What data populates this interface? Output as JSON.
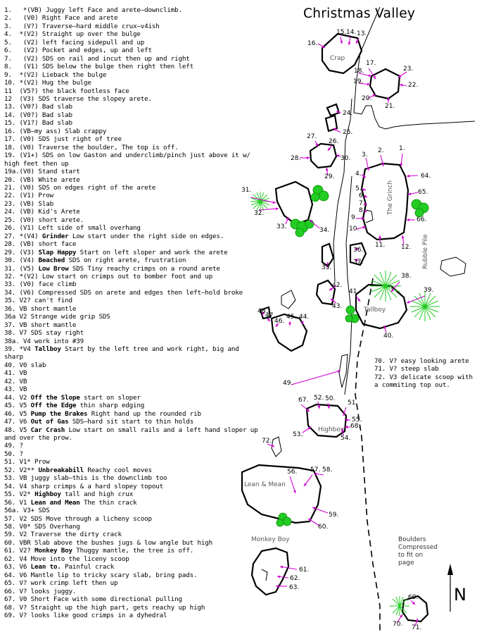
{
  "title": "Christmas Valley",
  "routes": [
    {
      "t": "1.   *(VB) Juggy left Face and arete—downclimb."
    },
    {
      "t": "2.   (V0) Right Face and arete"
    },
    {
      "t": "3.   (V?) Traverse—hard middle crux—v4ish"
    },
    {
      "t": "4.  *(V2) Straight up over the bulge"
    },
    {
      "t": "5.   (V2) left facing sidepull and up"
    },
    {
      "t": "6.   (V2) Pocket and edges, up and left"
    },
    {
      "t": "7.   (V2) SDS on rail and incut then up and right"
    },
    {
      "t": "8.   (V1) SDS below the bulge then right then left"
    },
    {
      "t": "9.  *(V2) Lieback the bulge"
    },
    {
      "t": "10. *(V2) Hug the bulge"
    },
    {
      "t": "11  (V5?) the black footless face"
    },
    {
      "t": "12  (V3) SDS traverse the slopey arete."
    },
    {
      "t": "13. (V0?) Bad slab"
    },
    {
      "t": "14. (V0?) Bad slab"
    },
    {
      "t": "15. (V1?) Bad slab"
    },
    {
      "t": "16. (VB—my ass) Slab crappy"
    },
    {
      "t": "17. (V0) SDS just right of tree"
    },
    {
      "t": "18. (V0) Traverse the boulder, The top is off."
    },
    {
      "t": "19. (V1+) SDS on low Gaston and underclimb/pinch just above it w/ high feet then up"
    },
    {
      "t": "19a.(V0) Stand start"
    },
    {
      "t": "20. (VB) White arete"
    },
    {
      "t": "21. (V0) SDS on edges right of the arete"
    },
    {
      "t": "22. (V1) Prow"
    },
    {
      "t": "23. (VB) Slab"
    },
    {
      "t": "24. (VB) Kid's Arete"
    },
    {
      "t": "25. (V0) short arete."
    },
    {
      "t": "26. (V1) Left side of small overhang"
    },
    {
      "t": "27. *(V4) ",
      "b": "Grinder",
      "t2": " Low start under the right side on edges."
    },
    {
      "t": "28. (VB) short face"
    },
    {
      "t": "29. (V3) ",
      "b": "Slap Happy",
      "t2": " Start on left sloper and work the arete"
    },
    {
      "t": "30. (V4) ",
      "b": "Beached",
      "t2": " SDS on right arete, frustration"
    },
    {
      "t": "31. (V5) ",
      "b": "Low Brow",
      "t2": " SDS Tiny reachy crimps on a round arete"
    },
    {
      "t": "32. *(V2) Low start on crimps out to bomber foot and up"
    },
    {
      "t": "33. (V0) face climb"
    },
    {
      "t": "34. (V6) Compressed SDS on arete and edges then left—hold broke"
    },
    {
      "t": "35. V2? can't find"
    },
    {
      "t": "36. VB short mantle"
    },
    {
      "t": "36a V2 Strange wide grip SDS"
    },
    {
      "t": "37. VB short mantle"
    },
    {
      "t": "38. V7 SDS stay right"
    },
    {
      "t": "38a. V4 work into #39"
    },
    {
      "t": "39. *V4 ",
      "b": "Tallboy",
      "t2": " Start by the left tree and work right, big and sharp"
    },
    {
      "t": "40. V0 slab"
    },
    {
      "t": "41. VB"
    },
    {
      "t": "42. VB"
    },
    {
      "t": "43. VB"
    },
    {
      "t": "44. V2 ",
      "b": "Off the Slope",
      "t2": " start on sloper"
    },
    {
      "t": "45. V5 ",
      "b": "Off the Edge",
      "t2": " thin sharp edging"
    },
    {
      "t": "46. V5 ",
      "b": "Pump the Brakes",
      "t2": " Right hand up the rounded rib"
    },
    {
      "t": "47. V6 ",
      "b": "Out of Gas",
      "t2": " SDS—hard sit start to thin holds"
    },
    {
      "t": "48. V5 ",
      "b": "Car Crash",
      "t2": " Low start on small rails and a left hand sloper up and over the prow."
    },
    {
      "t": "49. ?"
    },
    {
      "t": "50. ?"
    },
    {
      "t": "51. V1* Prow"
    },
    {
      "t": "52. V2** ",
      "b": "Unbreakabill",
      "t2": " Reachy cool moves"
    },
    {
      "t": "53. VB juggy slab—this is the downclimb too"
    },
    {
      "t": "54. V4 sharp crimps & a hard slopey topout"
    },
    {
      "t": "55. V2* ",
      "b": "Highboy",
      "t2": " tall and high crux"
    },
    {
      "t": "56. V1 ",
      "b": "Lean and Mean",
      "t2": " The thin crack"
    },
    {
      "t": "56a. V3+ SDS"
    },
    {
      "t": "57. V2 SDS Move through a licheny scoop"
    },
    {
      "t": "58. V0* SDS Overhang"
    },
    {
      "t": "59. V2 Traverse the dirty crack"
    },
    {
      "t": "60. VBR Slab above the bushes jugs & low angle but high"
    },
    {
      "t": "61. V2? ",
      "b": "Monkey Boy",
      "t2": " Thuggy mantle, the tree is off."
    },
    {
      "t": "62. V4 Move into the liceny scoop"
    },
    {
      "t": "63. V6 ",
      "b": "Lean to.",
      "t2": " Painful crack"
    },
    {
      "t": "64. V6 Mantle lip to tricky scary slab, bring pads."
    },
    {
      "t": "65. V? work crimp left then up"
    },
    {
      "t": "66. V? looks juggy."
    },
    {
      "t": "67. V0 Short Face with some directional pulling"
    },
    {
      "t": "68. V? Straight up the high part, gets reachy up high"
    },
    {
      "t": "69. V? looks like good crimps in a dyhedral"
    }
  ],
  "extra_routes": [
    {
      "t": "70. V? easy looking arete"
    },
    {
      "t": "71. V? steep slab"
    },
    {
      "t": "72. V3 delicate scoop with a commiting top out."
    }
  ],
  "boulder_names": {
    "crap": "Crap",
    "grinch": "The Grinch",
    "rubble": "Rubble Pile",
    "tallboy": "Tallboy",
    "highboy": "Highboy",
    "lean": "Lean & Mean",
    "monkey": "Monkey Boy"
  },
  "note": [
    "Boulders",
    "Compressed",
    "to fit on",
    "page"
  ],
  "north": "N",
  "labels": [
    "1.",
    "2.",
    "3.",
    "4.",
    "5.",
    "6.",
    "7.",
    "8.",
    "9.",
    "10.",
    "11.",
    "12.",
    "13.",
    "14.",
    "15.",
    "16.",
    "17.",
    "18.",
    "19.",
    "20.",
    "21.",
    "22.",
    "23.",
    "24.",
    "25.",
    "26.",
    "27.",
    "28.",
    "29.",
    "30.",
    "31.",
    "32.",
    "33.",
    "34.",
    "35.",
    "36.",
    "37.",
    "38.",
    "39.",
    "40.",
    "41.",
    "42.",
    "43.",
    "44.",
    "45.",
    "46.",
    "47.",
    "48.",
    "49.",
    "50.",
    "51.",
    "52.",
    "53.",
    "54.",
    "55.",
    "56.",
    "57.",
    "58.",
    "59.",
    "60.",
    "61.",
    "62.",
    "63.",
    "64.",
    "65.",
    "66.",
    "67.",
    "68.",
    "69.",
    "70.",
    "71.",
    "72."
  ],
  "colors": {
    "arrow": "#d000d0",
    "bush": "#22cc22",
    "rock": "#000000"
  }
}
